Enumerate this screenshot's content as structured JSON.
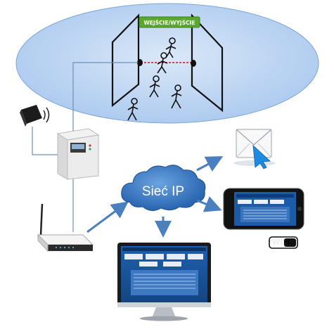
{
  "zone": {
    "badge_label": "WEJŚCIE/WYJŚCIE",
    "badge_color": "#5aa832",
    "ellipse_color": "#b9d3f0"
  },
  "network": {
    "cloud_label": "Sieć IP",
    "cloud_color": "#2f6fb5"
  },
  "devices": {
    "sensor_icon": "ir-sensor-icon",
    "controller_icon": "counter-controller-box-icon",
    "router_icon": "wireless-router-icon",
    "email_icon": "email-envelope-icon",
    "phone_icon": "smartphone-icon",
    "monitor_icon": "desktop-monitor-icon"
  },
  "wifi_logo": "WiFi",
  "arrow_color": "#4a7fc0"
}
